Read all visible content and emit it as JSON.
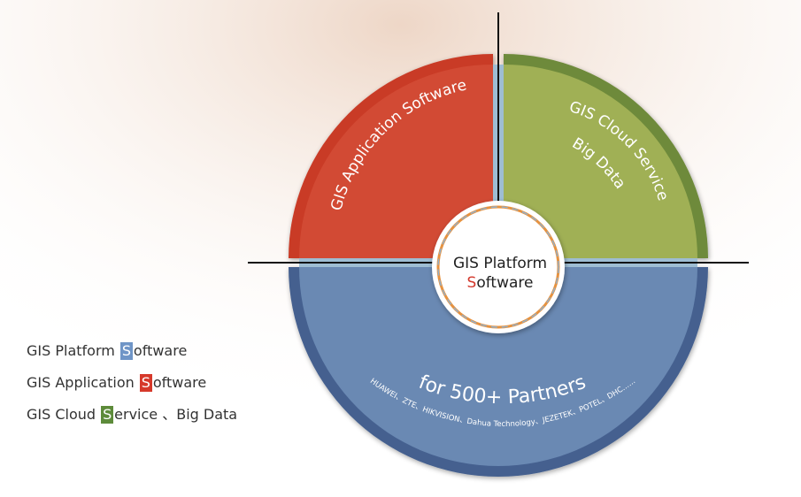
{
  "quadrants": {
    "application": {
      "label": "GIS Application Software",
      "color": "#d24a34",
      "rim": "#c93a26"
    },
    "cloud": {
      "line1": "GIS Cloud Service",
      "line2": "Big Data",
      "color": "#a0b055",
      "rim": "#6e8a3a"
    },
    "partners": {
      "title": "for 500+ Partners",
      "names": "HUAWEI、ZTE、HIKVISION、Dahua Technology、JEZETEK、POTEL、DHC……",
      "color": "#6a89b3",
      "rim": "#44608f"
    }
  },
  "center": {
    "line1": "GIS Platform",
    "line2_letter": "S",
    "line2_rest": "oftware",
    "letter_color": "#d3382c"
  },
  "legend": [
    {
      "before": "GIS Platform ",
      "letter": "S",
      "after": "oftware",
      "color": "#6f95c7"
    },
    {
      "before": "GIS Application ",
      "letter": "S",
      "after": "oftware",
      "color": "#d6392b"
    },
    {
      "before": "GIS Cloud ",
      "letter": "S",
      "after": "ervice 、Big Data",
      "color": "#5d8b3a"
    }
  ]
}
